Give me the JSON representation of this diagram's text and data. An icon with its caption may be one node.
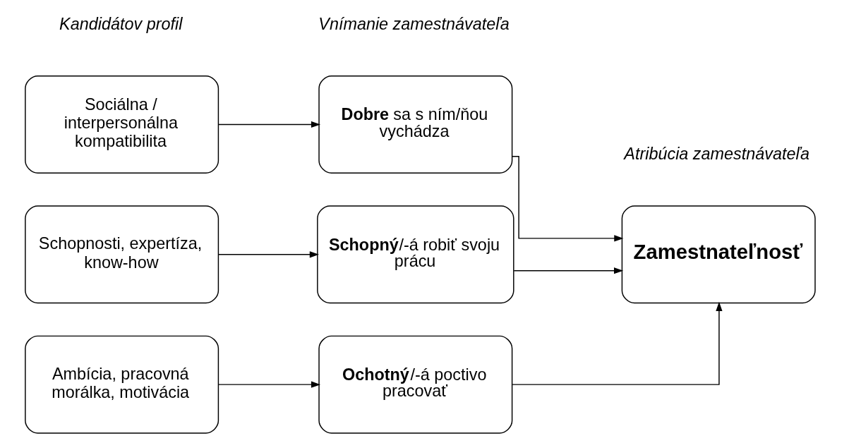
{
  "diagram": {
    "nodes": [
      {
        "text": [
          "Sociálna / interpersonálna kompatibilita"
        ]
      },
      {
        "text": [
          "**Dobre** sa s ním/ňou vychádza"
        ]
      },
      {
        "text": [
          "Schopnosti, expertíza, know-how"
        ]
      },
      {
        "text": [
          "**Schopný**/-á robiť svoju prácu"
        ]
      },
      {
        "text": [
          "Zamestnateľnosť"
        ]
      },
      {
        "text": [
          "Ambícia, pracovná morálka, motivácia"
        ]
      },
      {
        "text": [
          "**Ochotný**/-á poctivo pracovať"
        ]
      }
    ],
    "edges": [
      {
        "from": 0,
        "to": 1,
        "arrow": "to"
      },
      {
        "from": 2,
        "to": 3,
        "arrow": "to"
      },
      {
        "from": 5,
        "to": 6,
        "arrow": "to"
      },
      {
        "from": 1,
        "to": 4,
        "arrow": "to"
      },
      {
        "from": 3,
        "to": 4,
        "arrow": "to"
      },
      {
        "from": 6,
        "to": 4,
        "arrow": "to"
      }
    ],
    "labels": [
      "Kandidátov profil",
      "Vnímanie zamestnávateľa",
      "Atribúcia zamestnávateľa"
    ]
  }
}
